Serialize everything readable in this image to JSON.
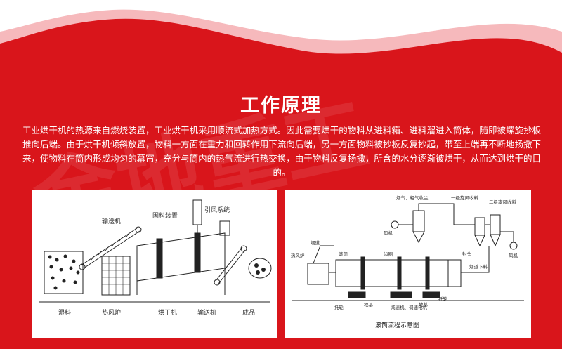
{
  "section": {
    "title": "工作原理",
    "description": "工业烘干机的热源来自燃烧装置，工业烘干机采用顺流式加热方式。因此需要烘干的物料从进料箱、进料溜进入筒体，随即被螺旋抄板推向后端。由于烘干机倾斜放置，物料一方面在重力和回转作用下流向后端，另一方面物料被抄板反复抄起，带至上端再不断地扬撒下来，使物料在筒内形成均匀的幕帘，充分与筒内的热气流进行热交换，由于物料反复扬撒，所含的水分逐渐被烘干，从而达到烘干的目的。"
  },
  "watermark": "金地重工",
  "diagram_left": {
    "labels": {
      "conveyor_top": "输送机",
      "chute": "固料装置",
      "draft": "引风系统",
      "wet": "湿料",
      "hot_furnace": "热风炉",
      "dryer": "烘干机",
      "conveyor_bottom": "输送机",
      "product": "成品"
    }
  },
  "diagram_right": {
    "labels": {
      "smoke": "烟气、粗气收尘",
      "cyclone1": "一级旋风收料",
      "cyclone2": "二级旋风收料",
      "fan1": "风机",
      "fan2": "风机",
      "feed": "烟道",
      "hot_air": "热风炉",
      "drum": "滚筒",
      "ring": "齿圈",
      "seal": "封头",
      "discharge": "烟道下料",
      "base1": "托轮",
      "base2": "地基",
      "gearbox": "减速机、调速电机",
      "base3": "地基",
      "base4": "托轮",
      "caption": "滚筒流程示意图"
    }
  },
  "colors": {
    "background": "#d9151b",
    "wave_light": "#f6b9bc",
    "wave_top": "#ffffff",
    "text": "#ffffff"
  }
}
